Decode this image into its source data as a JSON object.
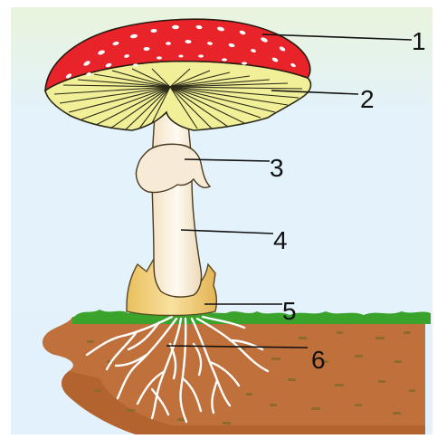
{
  "diagram": {
    "labels": [
      {
        "number": "1"
      },
      {
        "number": "2"
      },
      {
        "number": "3"
      },
      {
        "number": "4"
      },
      {
        "number": "5"
      },
      {
        "number": "6"
      }
    ]
  },
  "colors": {
    "sky_top": "#e6f3df",
    "sky": "#e4f2fb",
    "cap_red": "#e8242a",
    "cap_spots": "#ffffff",
    "gills": "#f0ef96",
    "gill_lines": "#2a2a1a",
    "stem": "#f8efe0",
    "ring": "#f5e6d3",
    "volva": "#f3d585",
    "grass": "#3aa42c",
    "soil": "#bf6e33",
    "soil_specks": "#8f6a2a",
    "mycelium": "#ffffff",
    "leader_lines": "#111111"
  }
}
